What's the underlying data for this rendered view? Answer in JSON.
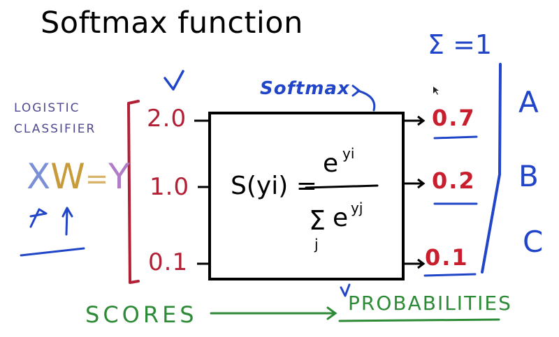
{
  "title": "Softmax function",
  "logistic_classifier": {
    "line1": "LOGISTIC",
    "line2": "CLASSIFIER",
    "equation": {
      "x": "X",
      "w": "W",
      "eq": "=",
      "y": "Y"
    }
  },
  "scores": [
    "2.0",
    "1.0",
    "0.1"
  ],
  "probabilities": [
    "0.7",
    "0.2",
    "0.1"
  ],
  "classes": [
    "A",
    "B",
    "C"
  ],
  "sum_label": "Σ =1",
  "softmax_label": "Softmax",
  "formula": {
    "lhs": "S(yi) =",
    "numerator_base": "e",
    "numerator_exp": "yi",
    "denominator_sigma": "Σ",
    "denominator_index": "j",
    "denominator_base": "e",
    "denominator_exp": "yj"
  },
  "bottom": {
    "scores_label": "SCORES",
    "probabilities_label": "PROBABILITIES"
  },
  "colors": {
    "score_red": "#b22036",
    "prob_red": "#c81e2e",
    "ink_blue": "#2145c8",
    "ink_green": "#2d8a36",
    "ink_purple": "#4f4a8f",
    "x_color": "#7b8fd6",
    "w_color": "#c79a3a",
    "eq_color": "#d9b36a",
    "y_color": "#b07cc8"
  }
}
